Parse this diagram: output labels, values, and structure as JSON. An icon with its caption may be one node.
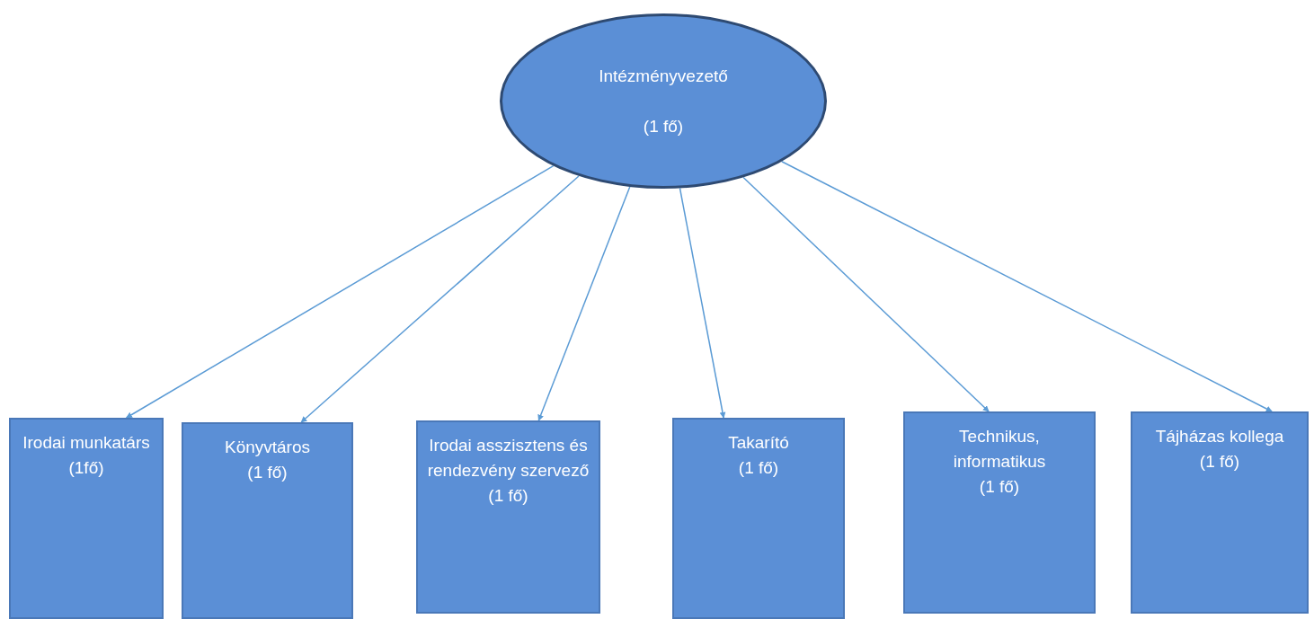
{
  "diagram": {
    "nodes": [
      {
        "text": [
          "Intézményvezető",
          "(1 fő)"
        ]
      },
      {
        "text": [
          "Irodai munkatárs",
          "(1fő)"
        ]
      },
      {
        "text": [
          "Könyvtáros",
          "(1 fő)"
        ]
      },
      {
        "text": [
          "Irodai asszisztens és rendezvény szervező",
          "(1 fő)"
        ]
      },
      {
        "text": [
          "Takarító",
          "(1 fő)"
        ]
      },
      {
        "text": [
          "Technikus, informatikus",
          "(1 fő)"
        ]
      },
      {
        "text": [
          "Tájházas kollega",
          "(1 fő)"
        ]
      }
    ],
    "edges": [
      {
        "from": 0,
        "to": 1,
        "arrow": "to"
      },
      {
        "from": 0,
        "to": 2,
        "arrow": "to"
      },
      {
        "from": 0,
        "to": 3,
        "arrow": "to"
      },
      {
        "from": 0,
        "to": 4,
        "arrow": "to"
      },
      {
        "from": 0,
        "to": 5,
        "arrow": "to"
      },
      {
        "from": 0,
        "to": 6,
        "arrow": "to"
      }
    ]
  }
}
